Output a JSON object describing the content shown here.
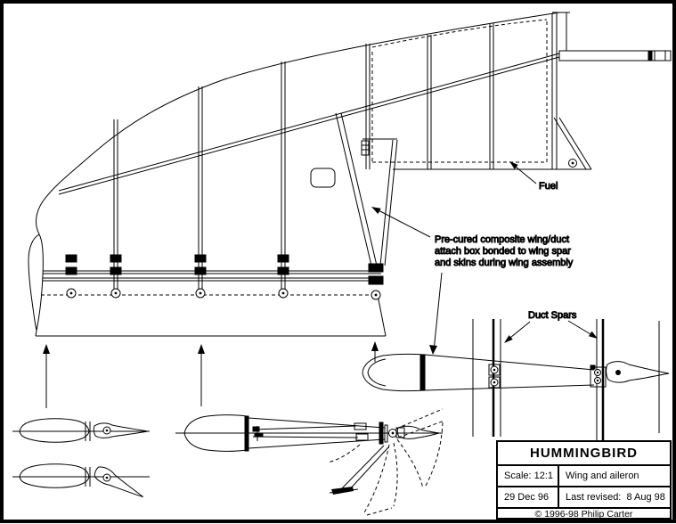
{
  "colors": {
    "ink": "#000000",
    "paper": "#ffffff"
  },
  "title_block": {
    "title": "HUMMINGBIRD",
    "scale": "Scale: 12:1",
    "drawing_name": "Wing and aileron",
    "date": "29 Dec 96",
    "revised": "Last revised:  8 Aug 98",
    "copyright": "© 1996-98 Philip Carter"
  },
  "annotations": {
    "fuel": "Fuel",
    "duct_spars": "Duct Spars",
    "attach_note_line1": "Pre-cured composite  wing/duct",
    "attach_note_line2": "attach box bonded to wing spar",
    "attach_note_line3": "and skins during wing assembly"
  }
}
